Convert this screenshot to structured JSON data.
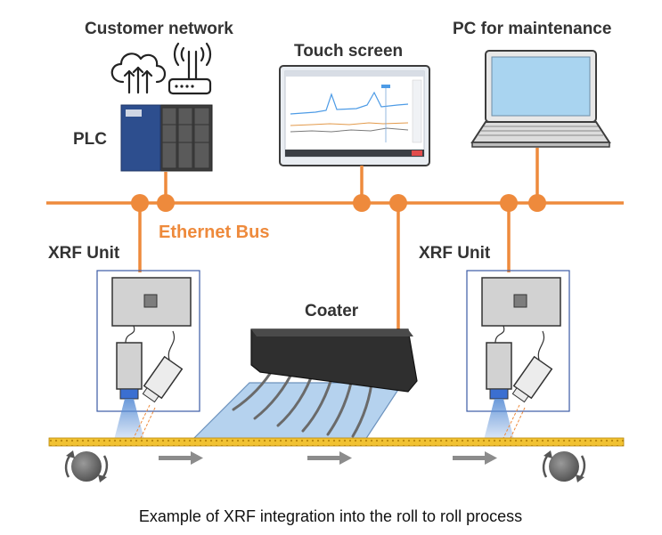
{
  "labels": {
    "customer_network": "Customer network",
    "touch_screen": "Touch screen",
    "pc_maintenance": "PC for maintenance",
    "plc": "PLC",
    "ethernet_bus": "Ethernet Bus",
    "xrf_unit_left": "XRF Unit",
    "xrf_unit_right": "XRF Unit",
    "coater": "Coater"
  },
  "caption": "Example of XRF integration into the roll to roll process",
  "colors": {
    "bus": "#EE8A3C",
    "text": "#333333",
    "plc_blue": "#2D4E8E",
    "xrf_frame": "#3B5BA5",
    "screen_blue": "#A9D4F0",
    "web_yellow": "#F1C232",
    "arrow_gray": "#8C8C8C"
  },
  "icons": [
    "cloud-upload-icon",
    "wifi-router-icon",
    "plc-device",
    "touch-screen-monitor",
    "laptop-icon",
    "roller-icon",
    "flow-arrow-icon"
  ]
}
